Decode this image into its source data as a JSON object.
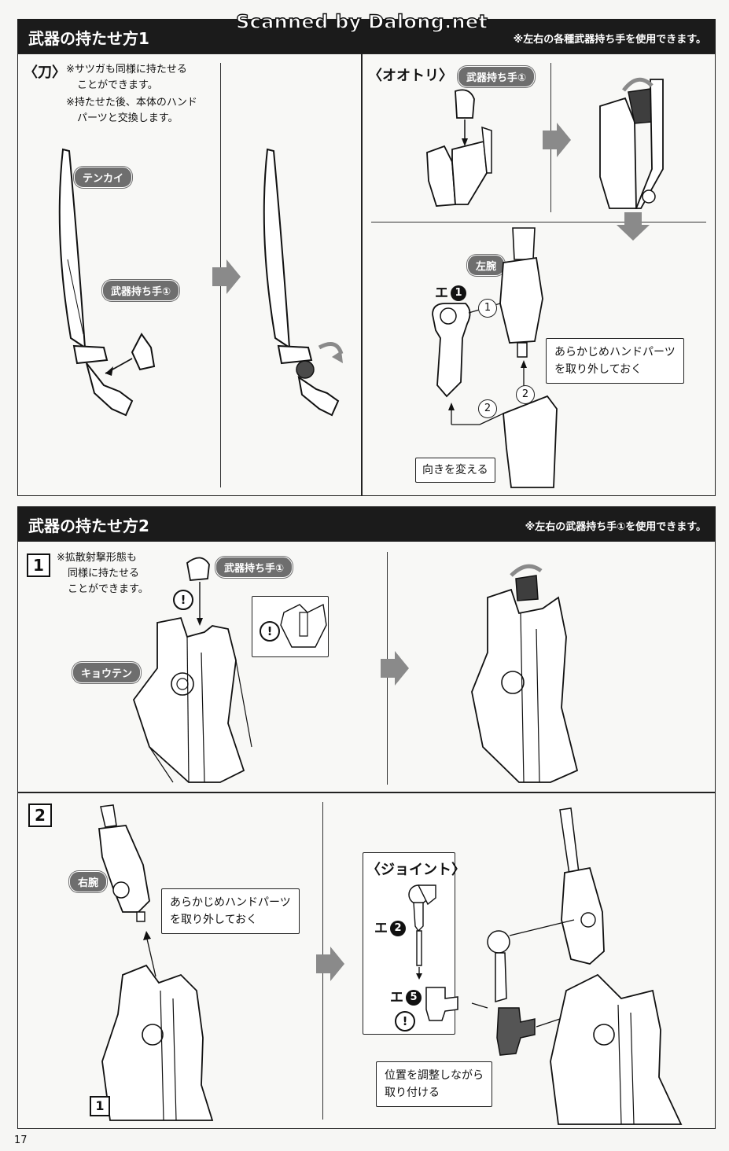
{
  "watermark": "Scanned by Dalong.net",
  "section1": {
    "title": "武器の持たせ方1",
    "note": "※左右の各種武器持ち手を使用できます。",
    "katana": {
      "heading": "〈刀〉",
      "note_lines": [
        "※サツガも同様に持たせる",
        "ことができます。",
        "※持たせた後、本体のハンド",
        "パーツと交換します。"
      ],
      "blade_label": "テンカイ",
      "hand_label": "武器持ち手①"
    },
    "ootori": {
      "heading": "〈オオトリ〉",
      "hand_label": "武器持ち手①",
      "arm_label": "左腕",
      "part_prefix": "エ",
      "part_number": "1",
      "step_a": "1",
      "step_b": "2",
      "step_c": "2",
      "callout_lines": [
        "あらかじめハンドパーツ",
        "を取り外しておく"
      ],
      "direction_callout": "向きを変える"
    }
  },
  "section2": {
    "title": "武器の持たせ方2",
    "note": "※左右の武器持ち手①を使用できます。",
    "step1": {
      "number": "1",
      "note_lines": [
        "※拡散射撃形態も",
        "同様に持たせる",
        "ことができます。"
      ],
      "hand_label": "武器持ち手①",
      "weapon_label": "キョウテン",
      "warn": "!"
    },
    "step2": {
      "number": "2",
      "arm_label": "右腕",
      "callout_lines": [
        "あらかじめハンドパーツ",
        "を取り外しておく"
      ],
      "ref_step": "1",
      "joint_heading": "〈ジョイント〉",
      "part_prefix": "エ",
      "part_a": "2",
      "part_b": "5",
      "warn": "!",
      "adjust_lines": [
        "位置を調整しながら",
        "取り付ける"
      ]
    }
  },
  "page_number": "17",
  "colors": {
    "header_bg": "#1b1b1b",
    "pill_bg": "#6e6e6e",
    "arrow": "#8a8a8a"
  }
}
